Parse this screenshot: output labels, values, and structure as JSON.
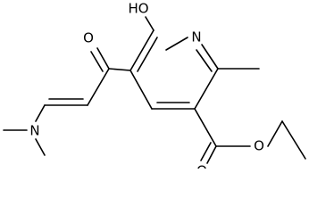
{
  "molecule": {
    "atoms": [
      {
        "id": "OH",
        "label": "HO"
      },
      {
        "id": "N_ring",
        "label": "N"
      },
      {
        "id": "O_ketone",
        "label": "O"
      },
      {
        "id": "N_amine",
        "label": "N"
      },
      {
        "id": "O_ester_carbonyl",
        "label": "O"
      },
      {
        "id": "O_ester",
        "label": "O"
      }
    ]
  }
}
